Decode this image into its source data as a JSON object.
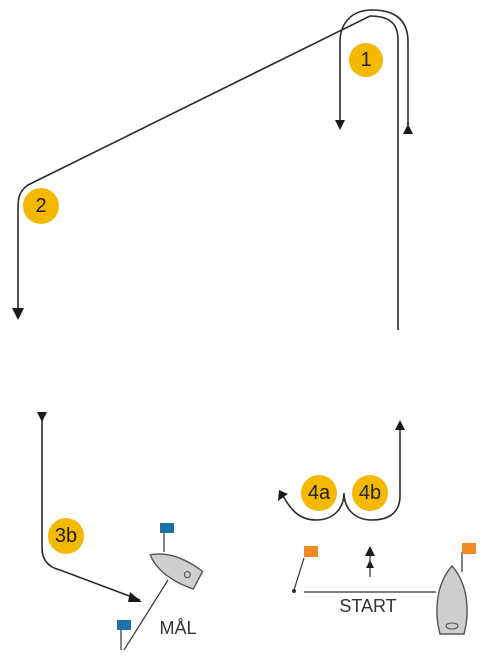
{
  "marks": {
    "m1": "1",
    "m2": "2",
    "m3b": "3b",
    "m4a": "4a",
    "m4b": "4b"
  },
  "finish_label": "MÅL",
  "start_label": "START",
  "colors": {
    "mark": "#f5b800",
    "finish_flag": "#1f6fa8",
    "start_flag": "#f08a24",
    "course_line": "#2b2b2b",
    "boat": "#cfcfcf"
  }
}
